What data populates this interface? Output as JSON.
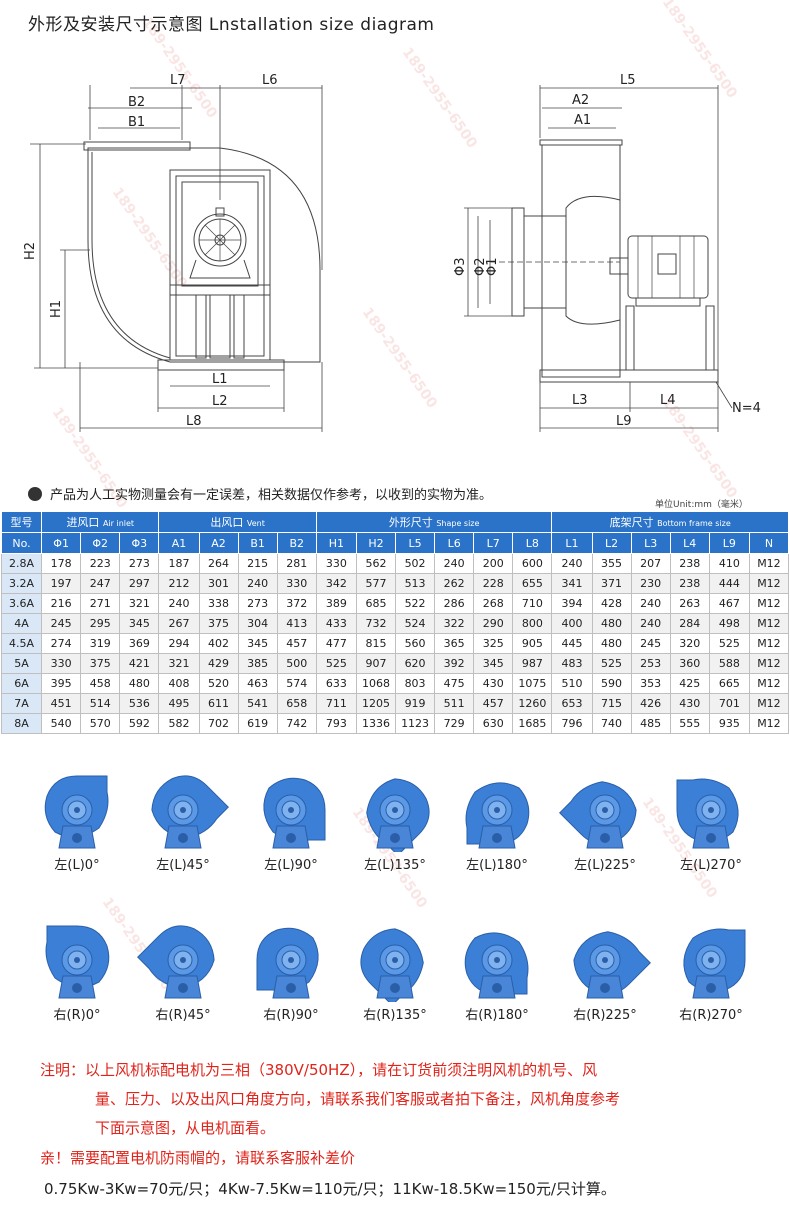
{
  "title": "外形及安装尺寸示意图 Lnstallation size diagram",
  "front_labels": {
    "L7": "L7",
    "L6": "L6",
    "B2": "B2",
    "B1": "B1",
    "H2": "H2",
    "H1": "H1",
    "L1": "L1",
    "L2": "L2",
    "L8": "L8"
  },
  "side_labels": {
    "L5": "L5",
    "A2": "A2",
    "A1": "A1",
    "p3": "Φ3",
    "p2": "Φ2",
    "p1": "Φ1",
    "L3": "L3",
    "L4": "L4",
    "L9": "L9",
    "N": "N=4"
  },
  "note": "产品为人工实物测量会有一定误差，相关数据仅作参考，以收到的实物为准。",
  "unit": "单位Unit:mm（毫米）",
  "table": {
    "groups": [
      {
        "cn": "型号",
        "en": ""
      },
      {
        "cn": "进风口",
        "en": "Air inlet"
      },
      {
        "cn": "出风口",
        "en": "Vent"
      },
      {
        "cn": "外形尺寸",
        "en": "Shape size"
      },
      {
        "cn": "底架尺寸",
        "en": "Bottom frame size"
      }
    ],
    "columns": [
      "No.",
      "Φ1",
      "Φ2",
      "Φ3",
      "A1",
      "A2",
      "B1",
      "B2",
      "H1",
      "H2",
      "L5",
      "L6",
      "L7",
      "L8",
      "L1",
      "L2",
      "L3",
      "L4",
      "L9",
      "N"
    ],
    "rows": [
      [
        "2.8A",
        "178",
        "223",
        "273",
        "187",
        "264",
        "215",
        "281",
        "330",
        "562",
        "502",
        "240",
        "200",
        "600",
        "240",
        "355",
        "207",
        "238",
        "410",
        "M12"
      ],
      [
        "3.2A",
        "197",
        "247",
        "297",
        "212",
        "301",
        "240",
        "330",
        "342",
        "577",
        "513",
        "262",
        "228",
        "655",
        "341",
        "371",
        "230",
        "238",
        "444",
        "M12"
      ],
      [
        "3.6A",
        "216",
        "271",
        "321",
        "240",
        "338",
        "273",
        "372",
        "389",
        "685",
        "522",
        "286",
        "268",
        "710",
        "394",
        "428",
        "240",
        "263",
        "467",
        "M12"
      ],
      [
        "4A",
        "245",
        "295",
        "345",
        "267",
        "375",
        "304",
        "413",
        "433",
        "732",
        "524",
        "322",
        "290",
        "800",
        "400",
        "480",
        "240",
        "284",
        "498",
        "M12"
      ],
      [
        "4.5A",
        "274",
        "319",
        "369",
        "294",
        "402",
        "345",
        "457",
        "477",
        "815",
        "560",
        "365",
        "325",
        "905",
        "445",
        "480",
        "245",
        "320",
        "525",
        "M12"
      ],
      [
        "5A",
        "330",
        "375",
        "421",
        "321",
        "429",
        "385",
        "500",
        "525",
        "907",
        "620",
        "392",
        "345",
        "987",
        "483",
        "525",
        "253",
        "360",
        "588",
        "M12"
      ],
      [
        "6A",
        "395",
        "458",
        "480",
        "408",
        "520",
        "463",
        "574",
        "633",
        "1068",
        "803",
        "475",
        "430",
        "1075",
        "510",
        "590",
        "353",
        "425",
        "665",
        "M12"
      ],
      [
        "7A",
        "451",
        "514",
        "536",
        "495",
        "611",
        "541",
        "658",
        "711",
        "1205",
        "919",
        "511",
        "457",
        "1260",
        "653",
        "715",
        "426",
        "430",
        "701",
        "M12"
      ],
      [
        "8A",
        "540",
        "570",
        "592",
        "582",
        "702",
        "619",
        "742",
        "793",
        "1336",
        "1123",
        "729",
        "630",
        "1685",
        "796",
        "740",
        "485",
        "555",
        "935",
        "M12"
      ]
    ]
  },
  "orientations_left": [
    "左(L)0°",
    "左(L)45°",
    "左(L)90°",
    "左(L)135°",
    "左(L)180°",
    "左(L)225°",
    "左(L)270°"
  ],
  "orientations_right": [
    "右(R)0°",
    "右(R)45°",
    "右(R)90°",
    "右(R)135°",
    "右(R)180°",
    "右(R)225°",
    "右(R)270°"
  ],
  "notice_line1": "注明：以上风机标配电机为三相（380V/50HZ），请在订货前须注明风机的机号、风",
  "notice_line2": "量、压力、以及出风口角度方向，请联系我们客服或者拍下备注，风机角度参考",
  "notice_line3": "下面示意图，从电机面看。",
  "promo": "亲！需要配置电机防雨帽的，请联系客服补差价",
  "prices": "0.75Kw-3Kw=70元/只；4Kw-7.5Kw=110元/只；11Kw-18.5Kw=150元/只计算。",
  "watermark": "189-2955-6500",
  "colors": {
    "header_blue": "#2a73c8",
    "fan_blue": "#3b7fd6",
    "notice_red": "#e0241b"
  }
}
